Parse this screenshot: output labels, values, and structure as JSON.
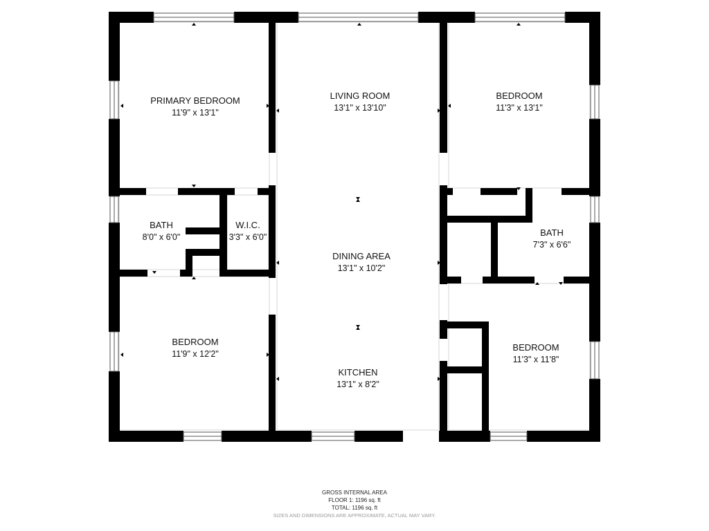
{
  "rooms": {
    "primary_bedroom": {
      "name": "PRIMARY BEDROOM",
      "dims": "11'9\" x 13'1\""
    },
    "living_room": {
      "name": "LIVING ROOM",
      "dims": "13'1\" x 13'10\""
    },
    "bedroom_ne": {
      "name": "BEDROOM",
      "dims": "11'3\" x 13'1\""
    },
    "bath_west": {
      "name": "BATH",
      "dims": "8'0\" x 6'0\""
    },
    "wic": {
      "name": "W.I.C.",
      "dims": "3'3\" x 6'0\""
    },
    "dining_area": {
      "name": "DINING AREA",
      "dims": "13'1\" x 10'2\""
    },
    "bath_east": {
      "name": "BATH",
      "dims": "7'3\" x 6'6\""
    },
    "bedroom_sw": {
      "name": "BEDROOM",
      "dims": "11'9\" x 12'2\""
    },
    "bedroom_se": {
      "name": "BEDROOM",
      "dims": "11'3\" x 11'8\""
    },
    "kitchen": {
      "name": "KITCHEN",
      "dims": "13'1\" x 8'2\""
    }
  },
  "footer": {
    "heading": "GROSS INTERNAL AREA",
    "floor": "FLOOR 1: 1196 sq. ft",
    "total": "TOTAL: 1196 sq. ft",
    "disclaimer": "SIZES AND DIMENSIONS ARE APPROXIMATE, ACTUAL MAY VARY."
  }
}
